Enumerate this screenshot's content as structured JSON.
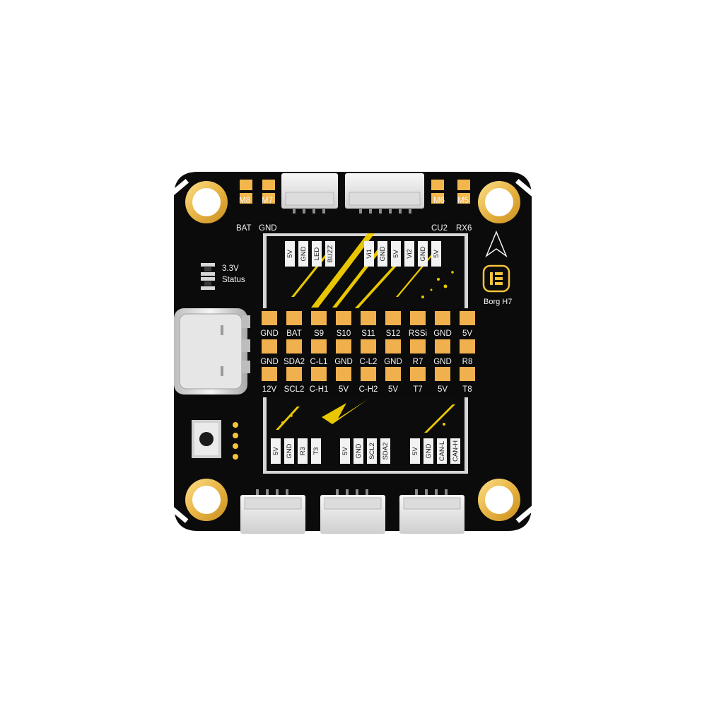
{
  "board": {
    "model": "Borg H7",
    "colors": {
      "pcb": "#0b0b0b",
      "gold": "#f2c25a",
      "pad": "#f0b04e",
      "accent": "#f5d200",
      "connector": "#e7e7e7"
    }
  },
  "top_pads": {
    "left": [
      "M8",
      "M7"
    ],
    "left_sub": [
      "BAT",
      "GND"
    ],
    "right": [
      "M6",
      "M5"
    ],
    "right_sub": [
      "CU2",
      "RX6"
    ]
  },
  "led_labels": {
    "line1": "3.3V",
    "line2": "Status"
  },
  "top_vertical_left": [
    "5V",
    "GND",
    "LED",
    "BUZZ"
  ],
  "top_vertical_right": [
    "Vi1",
    "GND",
    "5V",
    "Vi2",
    "GND",
    "5V"
  ],
  "pad_rows": [
    [
      "GND",
      "BAT",
      "S9",
      "S10",
      "S11",
      "S12",
      "RSSi",
      "GND",
      "5V"
    ],
    [
      "GND",
      "SDA2",
      "C-L1",
      "GND",
      "C-L2",
      "GND",
      "R7",
      "GND",
      "R8"
    ],
    [
      "12V",
      "SCL2",
      "C-H1",
      "5V",
      "C-H2",
      "5V",
      "T7",
      "5V",
      "T8"
    ]
  ],
  "bottom_vertical_groups": [
    [
      "5V",
      "GND",
      "R3",
      "T3"
    ],
    [
      "5V",
      "GND",
      "SCL2",
      "SDA2"
    ],
    [
      "5V",
      "GND",
      "CAN-L",
      "CAN-H"
    ]
  ]
}
